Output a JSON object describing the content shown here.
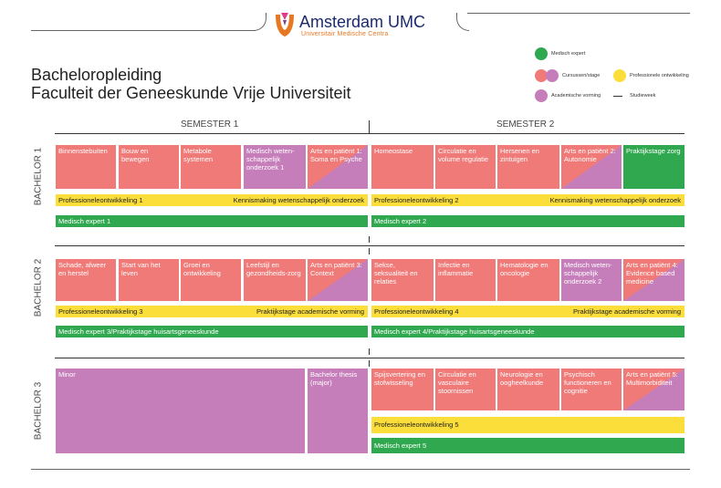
{
  "header": {
    "logo_name": "Amsterdam UMC",
    "logo_sub": "Universitair Medische Centra",
    "title_line1": "Bacheloropleiding",
    "title_line2": "Faculteit der Geneeskunde Vrije Universiteit"
  },
  "legend": {
    "medisch": "Medisch expert",
    "cursussen": "Cursussen/stage",
    "professionele": "Professionele ontwikkeling",
    "academische": "Academische vorming",
    "studieweek": "Studieweek",
    "colors": {
      "red": "#ef7a78",
      "green": "#2fa84f",
      "purple": "#c57eb9",
      "yellow": "#fbde3a"
    }
  },
  "semesters": [
    "SEMESTER 1",
    "SEMESTER 2"
  ],
  "bachelors": [
    "BACHELOR 1",
    "BACHELOR 2",
    "BACHELOR 3"
  ],
  "b1": {
    "courses": [
      "Binnenstebuiten",
      "Bouw en bewegen",
      "Metabole systemen",
      "Medisch weten-schappelijk onderzoek 1",
      "Arts en patiënt 1: Soma en Psyche",
      "Homeostase",
      "Circulatie en volume regulatie",
      "Hersenen en zintuigen",
      "Arts en patiënt 2: Autonomie",
      "Praktijkstage zorg"
    ],
    "prof1": "Professioneleontwikkeling 1",
    "prof1_right": "Kennismaking wetenschappelijk onderzoek",
    "prof2": "Professioneleontwikkeling 2",
    "prof2_right": "Kennismaking wetenschappelijk onderzoek",
    "med1": "Medisch expert 1",
    "med2": "Medisch expert 2"
  },
  "b2": {
    "courses": [
      "Schade, afweer en herstel",
      "Start van het leven",
      "Groei en ontwikkeling",
      "Leefstijl en gezondheids-zorg",
      "Arts en patiënt 3: Context",
      "Sekse, seksualiteit en relaties",
      "Infectie en inflammatie",
      "Hematologie en oncologie",
      "Medisch weten-schappelijk onderzoek 2",
      "Arts en patiënt 4: Evidence based medicine"
    ],
    "prof3": "Professioneleontwikkeling 3",
    "prof3_right": "Praktijkstage academische vorming",
    "prof4": "Professioneleontwikkeling 4",
    "prof4_right": "Praktijkstage academische vorming",
    "med3": "Medisch expert 3/Praktijkstage huisartsgeneeskunde",
    "med4": "Medisch expert 4/Praktijkstage huisartsgeneeskunde"
  },
  "b3": {
    "courses": [
      "Minor",
      "Bachelor thesis (major)",
      "Spijsvertering en stofwisseling",
      "Circulatie en vasculaire stoornissen",
      "Neurologie en oogheelkunde",
      "Psychisch functioneren en cognitie",
      "Arts en patiënt 5: Multimorbiditeit"
    ],
    "prof5": "Professioneleontwikkeling 5",
    "med5": "Medisch expert 5"
  }
}
